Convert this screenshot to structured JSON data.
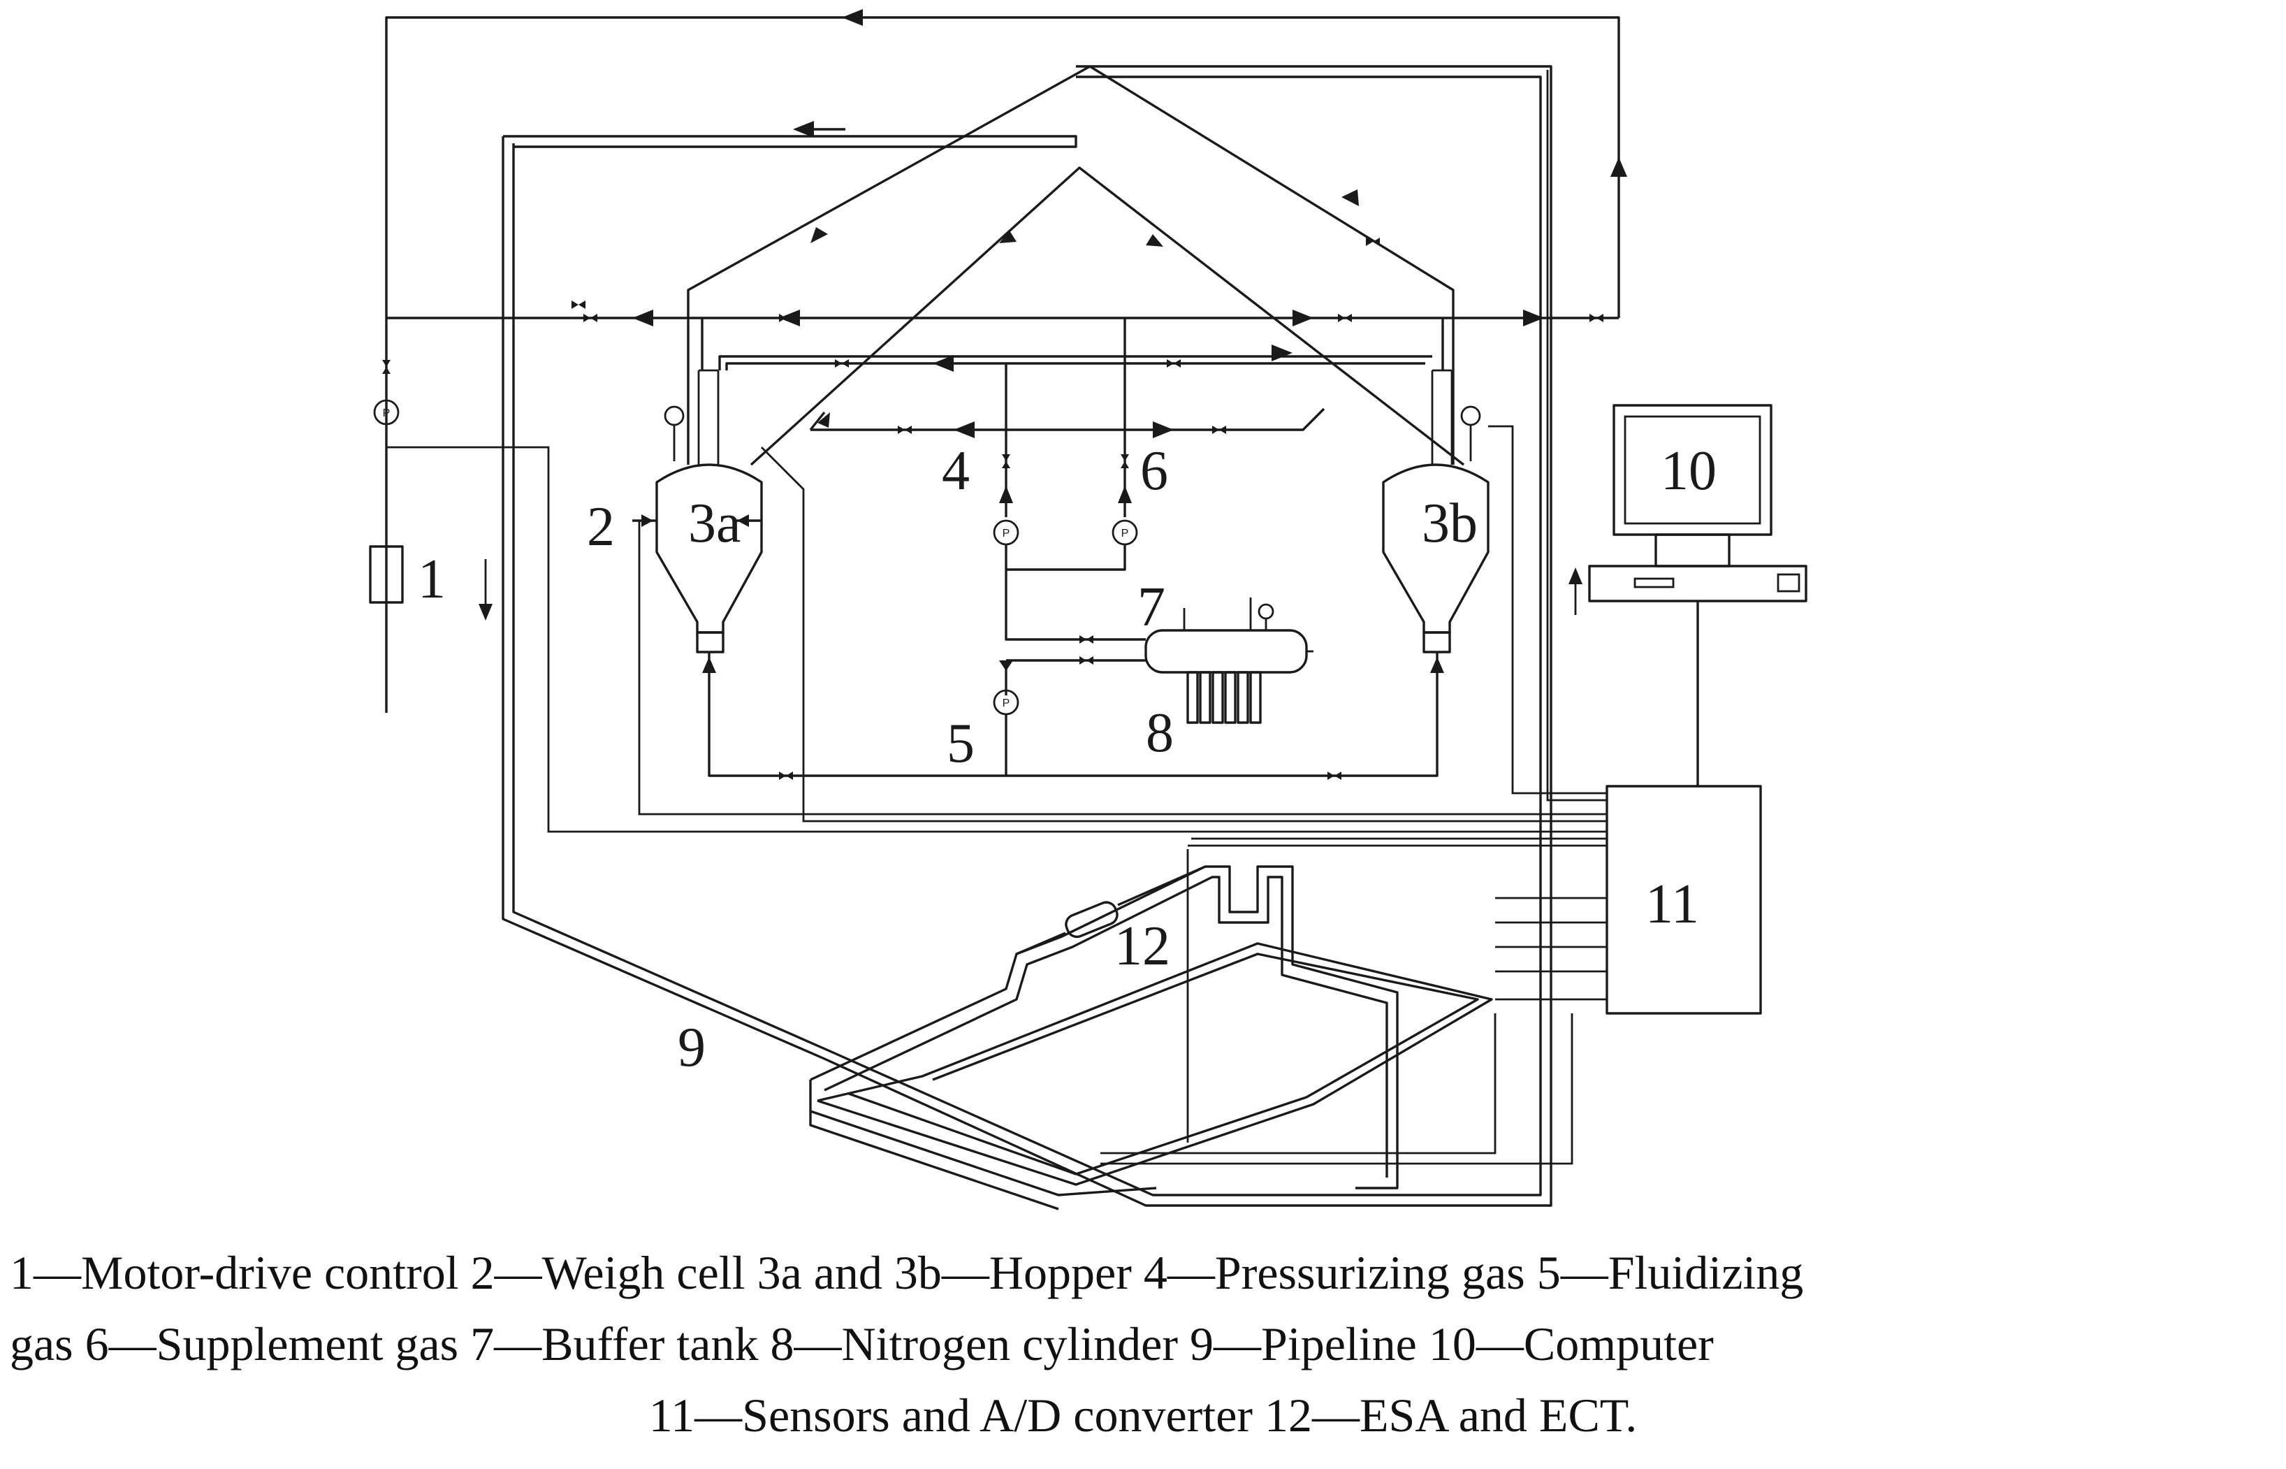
{
  "labels": {
    "motor": "1",
    "weigh": "2",
    "hopper_a": "3a",
    "hopper_b": "3b",
    "pressurizing": "4",
    "fluidizing": "5",
    "supplement": "6",
    "buffer": "7",
    "cylinder": "8",
    "pipeline": "9",
    "computer": "10",
    "sensors": "11",
    "esa": "12",
    "gauge": "P"
  },
  "caption": {
    "line1": "1—Motor-drive control 2—Weigh cell 3a and 3b—Hopper 4—Pressurizing gas 5—Fluidizing",
    "line2": "gas 6—Supplement gas 7—Buffer tank 8—Nitrogen cylinder 9—Pipeline 10—Computer",
    "line3": "11—Sensors and A/D converter 12—ESA and ECT."
  }
}
